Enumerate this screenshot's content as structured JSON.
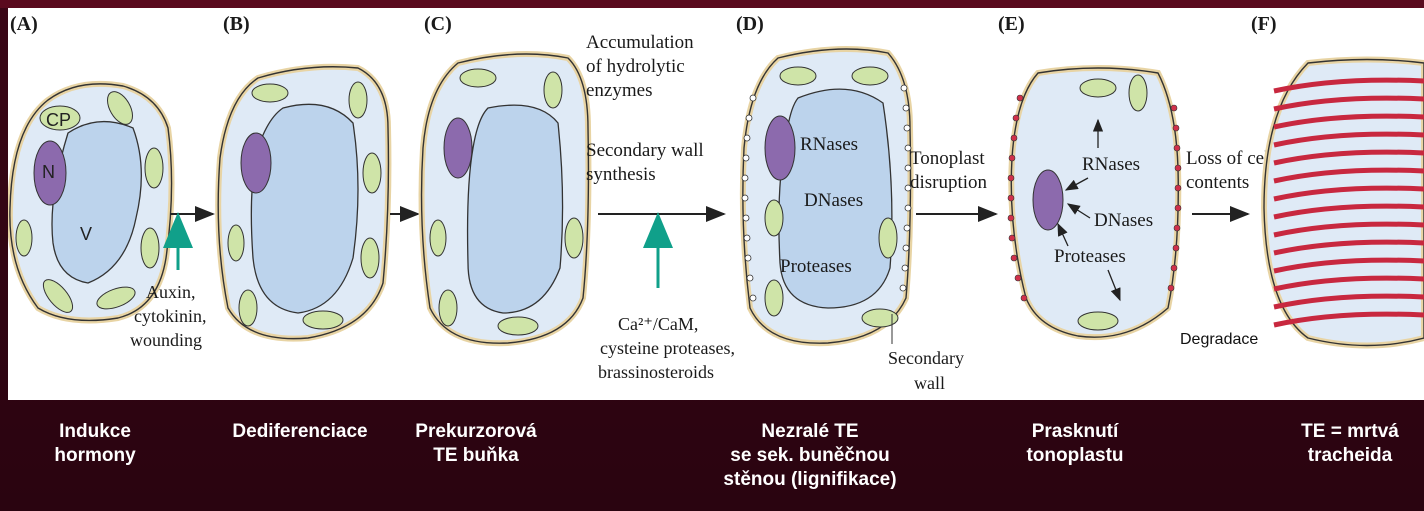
{
  "panel_letters": [
    "(A)",
    "(B)",
    "(C)",
    "(D)",
    "(E)",
    "(F)"
  ],
  "cell_labels": {
    "cp": "CP",
    "n": "N",
    "v": "V"
  },
  "enzymes": {
    "rnases": "RNases",
    "dnases": "DNases",
    "proteases": "Proteases"
  },
  "annotations": {
    "hydrolytic": [
      "Accumulation",
      "of hydrolytic",
      "enzymes"
    ],
    "secondary_wall_synthesis": [
      "Secondary wall",
      "synthesis"
    ],
    "tonoplast_disruption": [
      "Tonoplast",
      "disruption"
    ],
    "loss_of_cell": [
      "Loss of cell",
      "contents"
    ],
    "auxin": [
      "Auxin,",
      "cytokinin,",
      "wounding"
    ],
    "calcium": [
      "Ca²⁺/CaM,",
      "cysteine proteases,",
      "brassinosteroids"
    ],
    "secondary_wall": [
      "Secondary",
      "wall"
    ],
    "degradace": "Degradace"
  },
  "captions": [
    "Indukce\nhormony",
    "Dediferenciace",
    "Prekurzorová\nTE buňka",
    "Nezralé TE\nse sek. buněčnou\nstěnou (lignifikace)",
    "Prasknutí\ntonoplastu",
    "TE = mrtvá\ntracheida"
  ],
  "colors": {
    "background": "#2f0512",
    "cell_wall": "#f3e3c0",
    "cytoplasm": "#dfeaf6",
    "vacuole": "#bcd3ec",
    "nucleus": "#8c6aad",
    "chloroplast": "#cfe4a8",
    "induction_arrow": "#10a08a",
    "rings": "#d1304a"
  }
}
